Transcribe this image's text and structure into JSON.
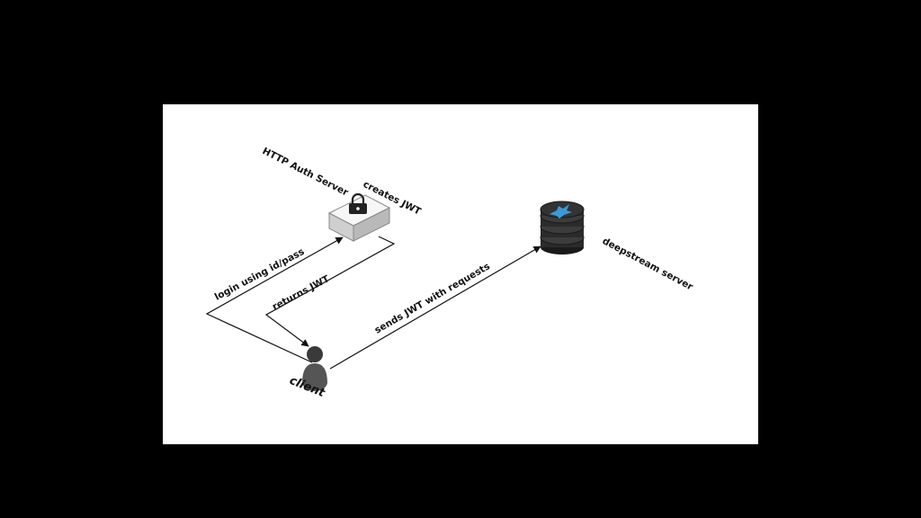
{
  "diagram": {
    "nodes": {
      "auth_server": {
        "label": "HTTP Auth Server",
        "icon": "lock-icon"
      },
      "deepstream": {
        "label": "deepstream server",
        "icon": "database-stack-icon"
      },
      "client": {
        "label": "client",
        "icon": "user-icon"
      }
    },
    "edges": {
      "login": {
        "label": "login using id/pass"
      },
      "creates": {
        "label": "creates JWT"
      },
      "returns": {
        "label": "returns JWT"
      },
      "sends": {
        "label": "sends JWT with requests"
      }
    },
    "colors": {
      "accent": "#3a9ad9",
      "server_dark": "#2b2b2b",
      "box_light": "#ececec"
    }
  }
}
